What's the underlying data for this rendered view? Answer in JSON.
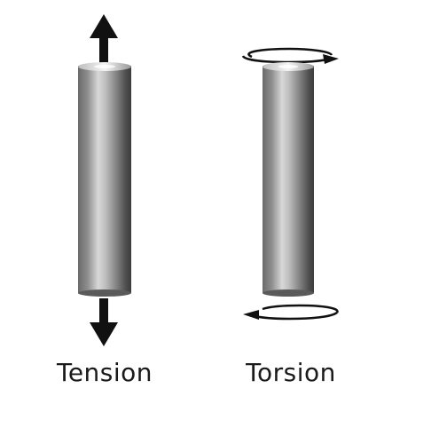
{
  "panels": [
    {
      "caption": "Tension",
      "cylinder_icon": "cylinder-rod",
      "load_icons": [
        "arrow-up-icon",
        "arrow-down-icon"
      ]
    },
    {
      "caption": "Torsion",
      "cylinder_icon": "cylinder-rod",
      "load_icons": [
        "twist-clockwise-icon",
        "twist-counterclockwise-icon"
      ]
    }
  ],
  "colors": {
    "arrow": "#111111",
    "cylinder_dark": "#4a4a4a",
    "cylinder_light": "#e8e8e8",
    "caption": "#1a1a1a",
    "background": "#ffffff"
  }
}
